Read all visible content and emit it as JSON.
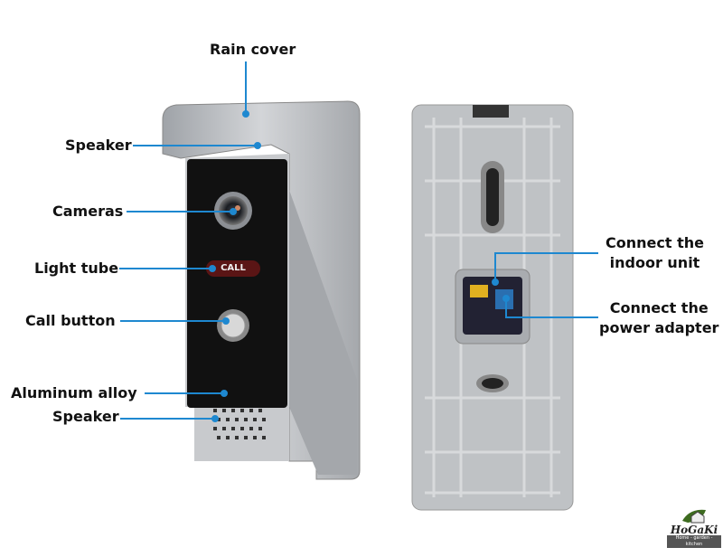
{
  "labels": {
    "rain_cover": "Rain cover",
    "speaker_top": "Speaker",
    "cameras": "Cameras",
    "light_tube": "Light tube",
    "call_button": "Call button",
    "aluminum_alloy": "Aluminum alloy",
    "speaker_bottom": "Speaker",
    "indoor_unit_line1": "Connect the",
    "indoor_unit_line2": "indoor unit",
    "power_line1": "Connect the",
    "power_line2": "power adapter"
  },
  "device": {
    "call_text": "CALL"
  },
  "logo": {
    "name": "HoGaKi",
    "tagline": "Home - garden - kitchen"
  },
  "colors": {
    "callout_line": "#1e88d0",
    "housing": "#b9bcc0",
    "panel": "#111111"
  }
}
